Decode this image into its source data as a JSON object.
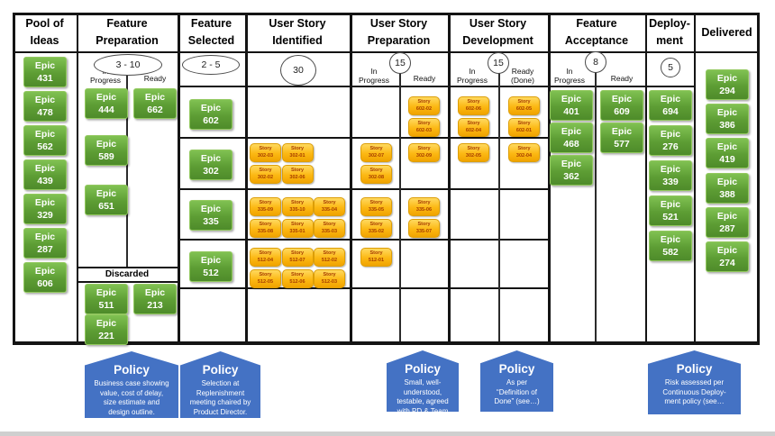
{
  "columns": [
    {
      "title": "Pool of\nIdeas"
    },
    {
      "title": "Feature\nPreparation"
    },
    {
      "title": "Feature\nSelected"
    },
    {
      "title": "User Story\nIdentified"
    },
    {
      "title": "User Story\nPreparation"
    },
    {
      "title": "User Story\nDevelopment"
    },
    {
      "title": "Feature\nAcceptance"
    },
    {
      "title": "Deploy-\nment"
    },
    {
      "title": "Delivered"
    }
  ],
  "wip_limits": [
    "3 - 10",
    "2 - 5",
    "30",
    "15",
    "15",
    "8",
    "5"
  ],
  "sub_column_labels": [
    "In\nProgress",
    "Ready",
    "In\nProgress",
    "Ready",
    "In\nProgress",
    "Ready\n(Done)",
    "In\nProgress",
    "Ready"
  ],
  "discarded_label": "Discarded",
  "card_prefixes": {
    "epic": "Epic",
    "story": "Story"
  },
  "epics": {
    "pool_of_ideas": [
      "431",
      "478",
      "562",
      "439",
      "329",
      "287",
      "606"
    ],
    "feature_preparation_in_progress": [
      "444",
      "589",
      "651"
    ],
    "feature_preparation_ready": [
      "662"
    ],
    "feature_preparation_discarded": [
      "511",
      "213",
      "221"
    ],
    "feature_selected": [
      "602",
      "302",
      "335",
      "512"
    ],
    "feature_acceptance_in_progress": [
      "401",
      "468",
      "362"
    ],
    "feature_acceptance_ready": [
      "609",
      "577"
    ],
    "deployment": [
      "694",
      "276",
      "339",
      "521",
      "582"
    ],
    "delivered": [
      "294",
      "386",
      "419",
      "388",
      "287",
      "274"
    ]
  },
  "stories": [
    {
      "id": "302-03",
      "zone": "identified",
      "lane": 2,
      "row": 0,
      "col": 0
    },
    {
      "id": "302-01",
      "zone": "identified",
      "lane": 2,
      "row": 0,
      "col": 1
    },
    {
      "id": "302-02",
      "zone": "identified",
      "lane": 2,
      "row": 1,
      "col": 0
    },
    {
      "id": "302-06",
      "zone": "identified",
      "lane": 2,
      "row": 1,
      "col": 1
    },
    {
      "id": "335-09",
      "zone": "identified",
      "lane": 3,
      "row": 0,
      "col": 0
    },
    {
      "id": "335-10",
      "zone": "identified",
      "lane": 3,
      "row": 0,
      "col": 1
    },
    {
      "id": "335-04",
      "zone": "identified",
      "lane": 3,
      "row": 0,
      "col": 2
    },
    {
      "id": "335-08",
      "zone": "identified",
      "lane": 3,
      "row": 1,
      "col": 0
    },
    {
      "id": "335-01",
      "zone": "identified",
      "lane": 3,
      "row": 1,
      "col": 1
    },
    {
      "id": "335-03",
      "zone": "identified",
      "lane": 3,
      "row": 1,
      "col": 2
    },
    {
      "id": "512-04",
      "zone": "identified",
      "lane": 4,
      "row": 0,
      "col": 0
    },
    {
      "id": "512-07",
      "zone": "identified",
      "lane": 4,
      "row": 0,
      "col": 1
    },
    {
      "id": "512-02",
      "zone": "identified",
      "lane": 4,
      "row": 0,
      "col": 2
    },
    {
      "id": "512-05",
      "zone": "identified",
      "lane": 4,
      "row": 1,
      "col": 0
    },
    {
      "id": "512-06",
      "zone": "identified",
      "lane": 4,
      "row": 1,
      "col": 1
    },
    {
      "id": "512-03",
      "zone": "identified",
      "lane": 4,
      "row": 1,
      "col": 2
    },
    {
      "id": "302-07",
      "zone": "preparation_in_progress",
      "lane": 2,
      "row": 0,
      "col": 0
    },
    {
      "id": "302-08",
      "zone": "preparation_in_progress",
      "lane": 2,
      "row": 1,
      "col": 0
    },
    {
      "id": "335-05",
      "zone": "preparation_in_progress",
      "lane": 3,
      "row": 0,
      "col": 0
    },
    {
      "id": "335-02",
      "zone": "preparation_in_progress",
      "lane": 3,
      "row": 1,
      "col": 0
    },
    {
      "id": "512-01",
      "zone": "preparation_in_progress",
      "lane": 4,
      "row": 0,
      "col": 0
    },
    {
      "id": "602-02",
      "zone": "preparation_ready",
      "lane": 1,
      "row": 0,
      "col": 0
    },
    {
      "id": "602-03",
      "zone": "preparation_ready",
      "lane": 1,
      "row": 1,
      "col": 0
    },
    {
      "id": "302-09",
      "zone": "preparation_ready",
      "lane": 2,
      "row": 0,
      "col": 0
    },
    {
      "id": "335-06",
      "zone": "preparation_ready",
      "lane": 3,
      "row": 0,
      "col": 0
    },
    {
      "id": "335-07",
      "zone": "preparation_ready",
      "lane": 3,
      "row": 1,
      "col": 0
    },
    {
      "id": "602-06",
      "zone": "development_in_progress",
      "lane": 1,
      "row": 0,
      "col": 0
    },
    {
      "id": "602-04",
      "zone": "development_in_progress",
      "lane": 1,
      "row": 1,
      "col": 0
    },
    {
      "id": "302-05",
      "zone": "development_in_progress",
      "lane": 2,
      "row": 0,
      "col": 0
    },
    {
      "id": "602-05",
      "zone": "development_done",
      "lane": 1,
      "row": 0,
      "col": 0
    },
    {
      "id": "602-01",
      "zone": "development_done",
      "lane": 1,
      "row": 1,
      "col": 0
    },
    {
      "id": "302-04",
      "zone": "development_done",
      "lane": 2,
      "row": 0,
      "col": 0
    }
  ],
  "policies": [
    {
      "title": "Policy",
      "body": "Business case showing\nvalue, cost of delay,\nsize estimate and\ndesign outline."
    },
    {
      "title": "Policy",
      "body": "Selection at\nReplenishment\nmeeting chaired by\nProduct Director."
    },
    {
      "title": "Policy",
      "body": "Small, well-\nunderstood,\ntestable, agreed\nwith PD & Team"
    },
    {
      "title": "Policy",
      "body": "As per\n“Definition of\nDone” (see…)"
    },
    {
      "title": "Policy",
      "body": "Risk assessed per\nContinuous  Deploy-\nment policy (see…"
    }
  ],
  "colors": {
    "epic_green": "#5D9D34",
    "story_amber": "#FCB813",
    "story_text": "#A63C00",
    "policy_blue": "#4472C4",
    "grid_black": "#141414"
  }
}
